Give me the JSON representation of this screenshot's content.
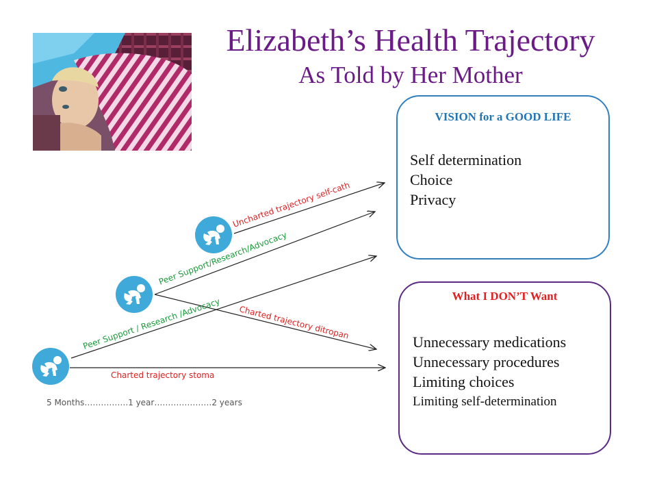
{
  "title": "Elizabeth’s Health Trajectory",
  "subtitle": "As Told by Her Mother",
  "vision": {
    "heading": "VISION for a GOOD LIFE",
    "items": [
      "Self determination",
      "Choice",
      "Privacy"
    ]
  },
  "dont_want": {
    "heading": "What I DON’T Want",
    "items": [
      "Unnecessary medications",
      "Unnecessary procedures",
      "Limiting choices",
      "Limiting self-determination"
    ]
  },
  "trajectories": {
    "uncharted_selfcath": "Uncharted trajectory self-cath",
    "peer_support_upper": "Peer Support/Research/Advocacy",
    "charted_ditropan": "Charted trajectory ditropan",
    "peer_support_lower": "Peer Support / Research /Advocacy",
    "charted_stoma": "Charted trajectory stoma"
  },
  "timeline": "5 Months…………….1 year…………………2  years",
  "colors": {
    "title": "#6a1b86",
    "vision_border": "#2f7fc0",
    "dont_border": "#5b2a82",
    "red_label": "#e02020",
    "green_label": "#1a9a3a",
    "baby_circle": "#3fa9d9"
  },
  "icons": [
    "baby-crawling-icon",
    "photo"
  ]
}
